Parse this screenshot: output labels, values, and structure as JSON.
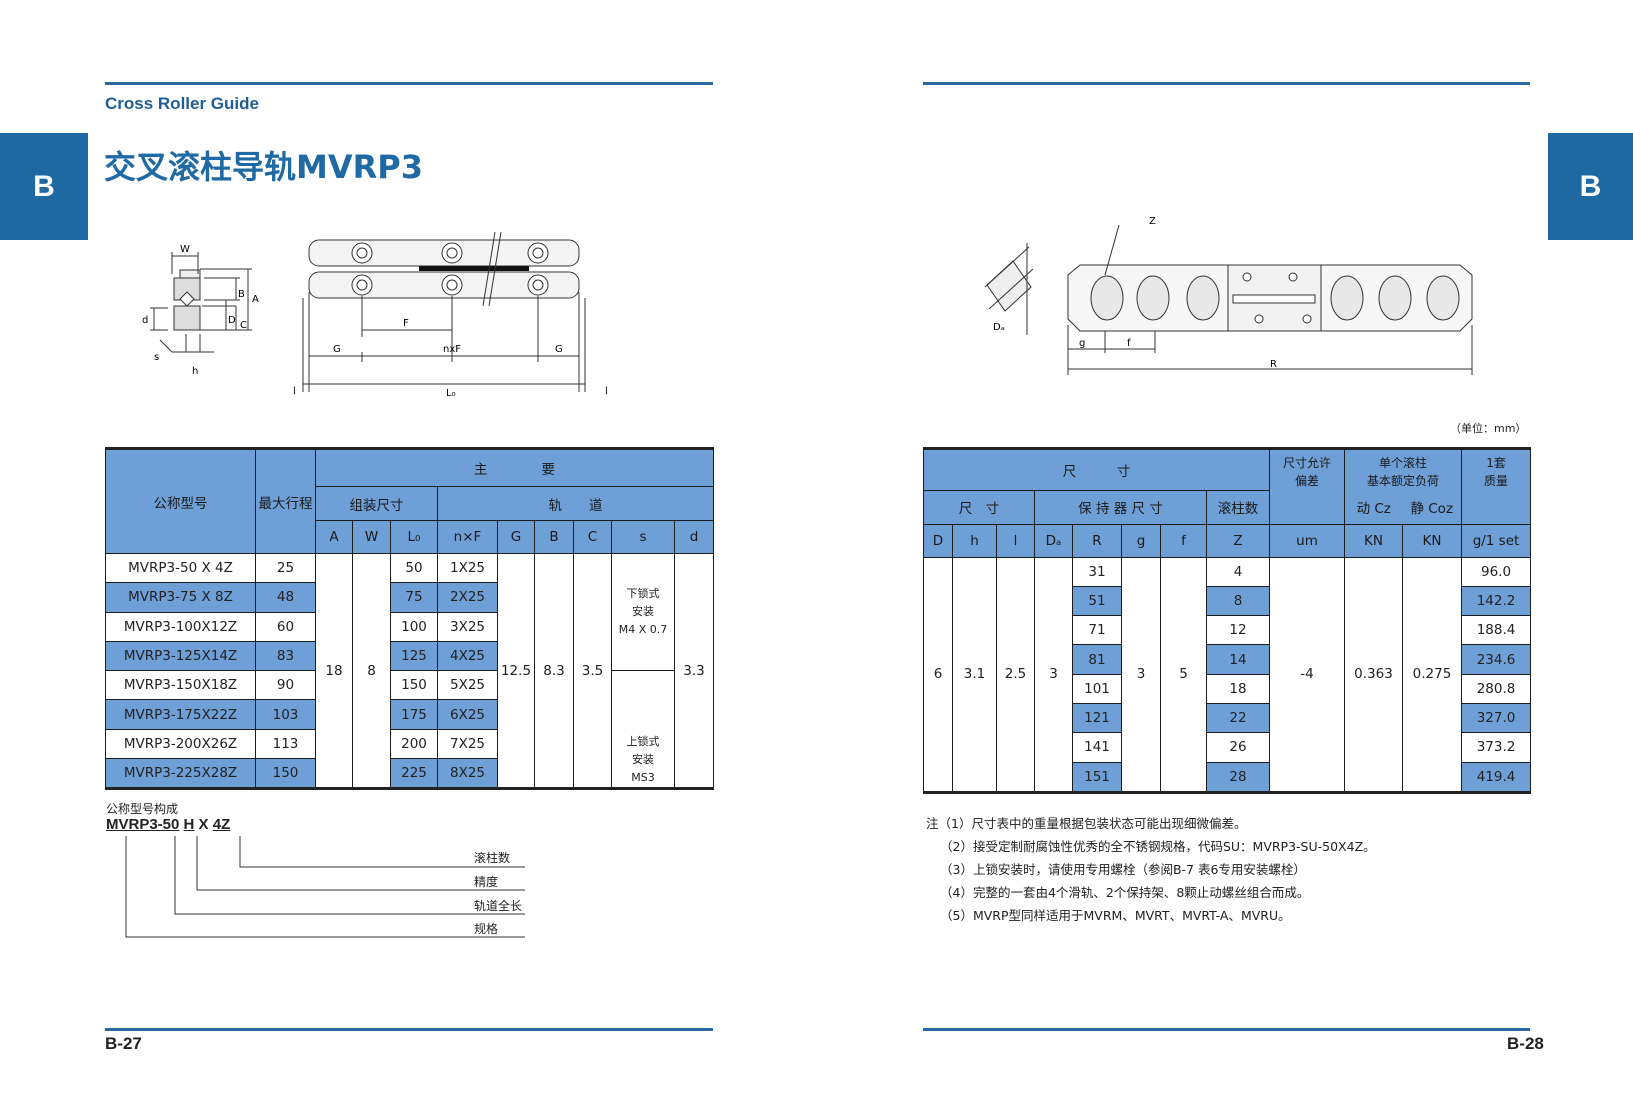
{
  "left": {
    "subtitle": "Cross Roller Guide",
    "tab": "B",
    "title": "交叉滚柱导轨MVRP3",
    "page": "B-27",
    "drawing": {
      "labels": {
        "W": "W",
        "B": "B",
        "A": "A",
        "d": "d",
        "D": "D",
        "C": "C",
        "s": "s",
        "h": "h",
        "F": "F",
        "G": "G",
        "nxF": "nxF",
        "L0": "L₀",
        "l": "l"
      }
    },
    "table": {
      "h_main": "主　　　　要",
      "h_model": "公称型号",
      "h_stroke": "最大行程",
      "h_mount": "组装尺寸",
      "h_rail": "轨　　道",
      "cols": [
        "A",
        "W",
        "L₀",
        "n×F",
        "G",
        "B",
        "C",
        "s",
        "d"
      ],
      "models": [
        "MVRP3-50 X 4Z",
        "MVRP3-75 X 8Z",
        "MVRP3-100X12Z",
        "MVRP3-125X14Z",
        "MVRP3-150X18Z",
        "MVRP3-175X22Z",
        "MVRP3-200X26Z",
        "MVRP3-225X28Z"
      ],
      "strokes": [
        "25",
        "48",
        "60",
        "83",
        "90",
        "103",
        "113",
        "150"
      ],
      "L0": [
        "50",
        "75",
        "100",
        "125",
        "150",
        "175",
        "200",
        "225"
      ],
      "nF": [
        "1X25",
        "2X25",
        "3X25",
        "4X25",
        "5X25",
        "6X25",
        "7X25",
        "8X25"
      ],
      "A": "18",
      "W": "8",
      "G": "12.5",
      "B": "8.3",
      "C": "3.5",
      "d": "3.3",
      "s_lower": "下锁式\n安装\nM4 X 0.7",
      "s_upper": "上锁式\n安装\nMS3"
    },
    "code": {
      "label": "公称型号构成",
      "parts": [
        "MVRP3-50",
        "H",
        "X",
        "4Z"
      ],
      "lines": [
        "滚柱数",
        "精度",
        "轨道全长",
        "规格"
      ]
    }
  },
  "right": {
    "tab": "B",
    "page": "B-28",
    "unit": "（单位：mm）",
    "drawing": {
      "labels": {
        "Z": "Z",
        "Da": "Dₐ",
        "g": "g",
        "f": "f",
        "R": "R"
      }
    },
    "table": {
      "h_dim": "尺　　　寸",
      "h_tol": "尺寸允许\n偏差",
      "h_load": "单个滚柱\n基本额定负荷",
      "h_mass": "1套\n质量",
      "h_size": "尺　寸",
      "h_cage": "保 持 器 尺 寸",
      "h_rollers": "滚柱数",
      "h_dyn": "动 Cz",
      "h_stat": "静 Coz",
      "cols": [
        "D",
        "h",
        "l",
        "Dₐ",
        "R",
        "g",
        "f",
        "Z",
        "um",
        "KN",
        "KN",
        "g/1 set"
      ],
      "D": "6",
      "h": "3.1",
      "l": "2.5",
      "Da": "3",
      "g": "3",
      "f": "5",
      "tol": "-4",
      "Cz": "0.363",
      "Coz": "0.275",
      "R": [
        "31",
        "51",
        "71",
        "81",
        "101",
        "121",
        "141",
        "151"
      ],
      "Z": [
        "4",
        "8",
        "12",
        "14",
        "18",
        "22",
        "26",
        "28"
      ],
      "mass": [
        "96.0",
        "142.2",
        "188.4",
        "234.6",
        "280.8",
        "327.0",
        "373.2",
        "419.4"
      ]
    },
    "notes": [
      "注（1）尺寸表中的重量根据包装状态可能出现细微偏差。",
      "（2）接受定制耐腐蚀性优秀的全不锈钢规格，代码SU：MVRP3-SU-50X4Z。",
      "（3）上锁安装时，请使用专用螺栓（参阅B-7 表6专用安装螺栓）",
      "（4）完整的一套由4个滑轨、2个保持架、8颗止动螺丝组合而成。",
      "（5）MVRP型同样适用于MVRM、MVRT、MVRT-A、MVRU。"
    ]
  }
}
